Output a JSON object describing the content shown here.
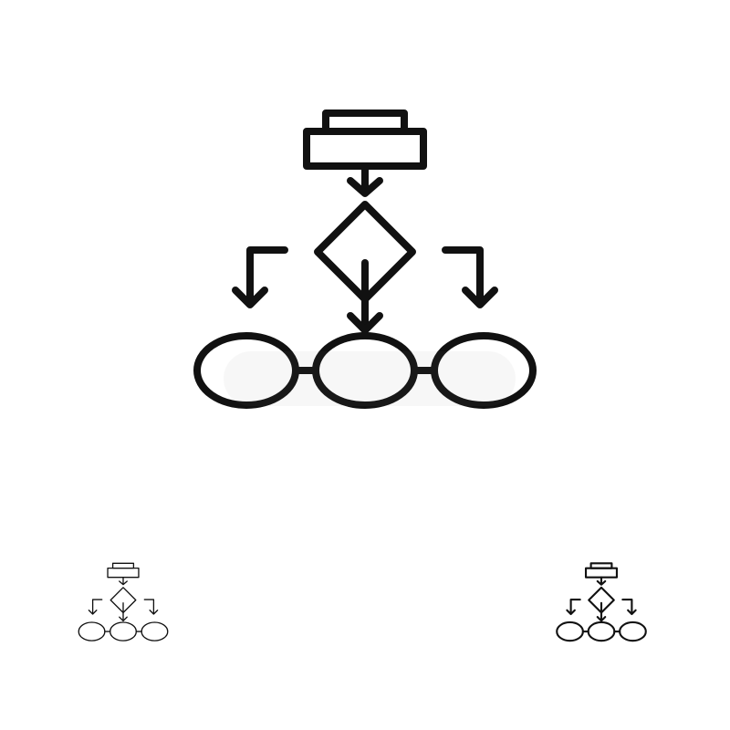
{
  "icons": [
    {
      "name": "flowchart-icon-bold-large",
      "variant": "bold",
      "color": "#111111"
    },
    {
      "name": "flowchart-icon-thin-small",
      "variant": "thin",
      "color": "#111111"
    },
    {
      "name": "flowchart-icon-line-small",
      "variant": "line",
      "color": "#111111"
    }
  ],
  "background_color": "#ffffff"
}
